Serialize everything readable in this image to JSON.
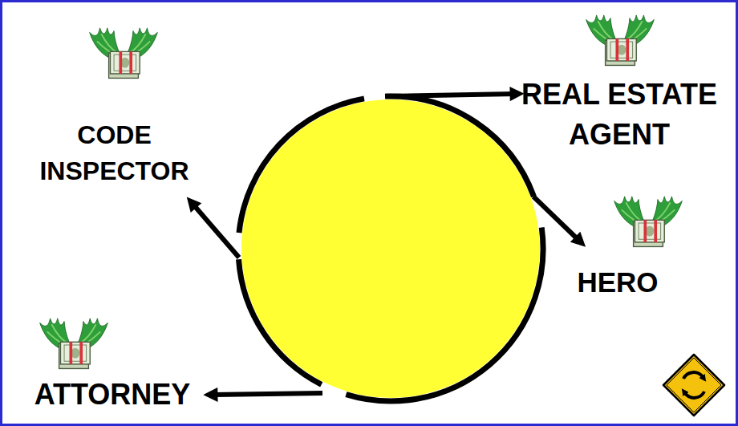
{
  "diagram": {
    "labels": [
      "REAL ESTATE AGENT",
      "CODE INSPECTOR",
      "HERO",
      "ATTORNEY"
    ]
  }
}
